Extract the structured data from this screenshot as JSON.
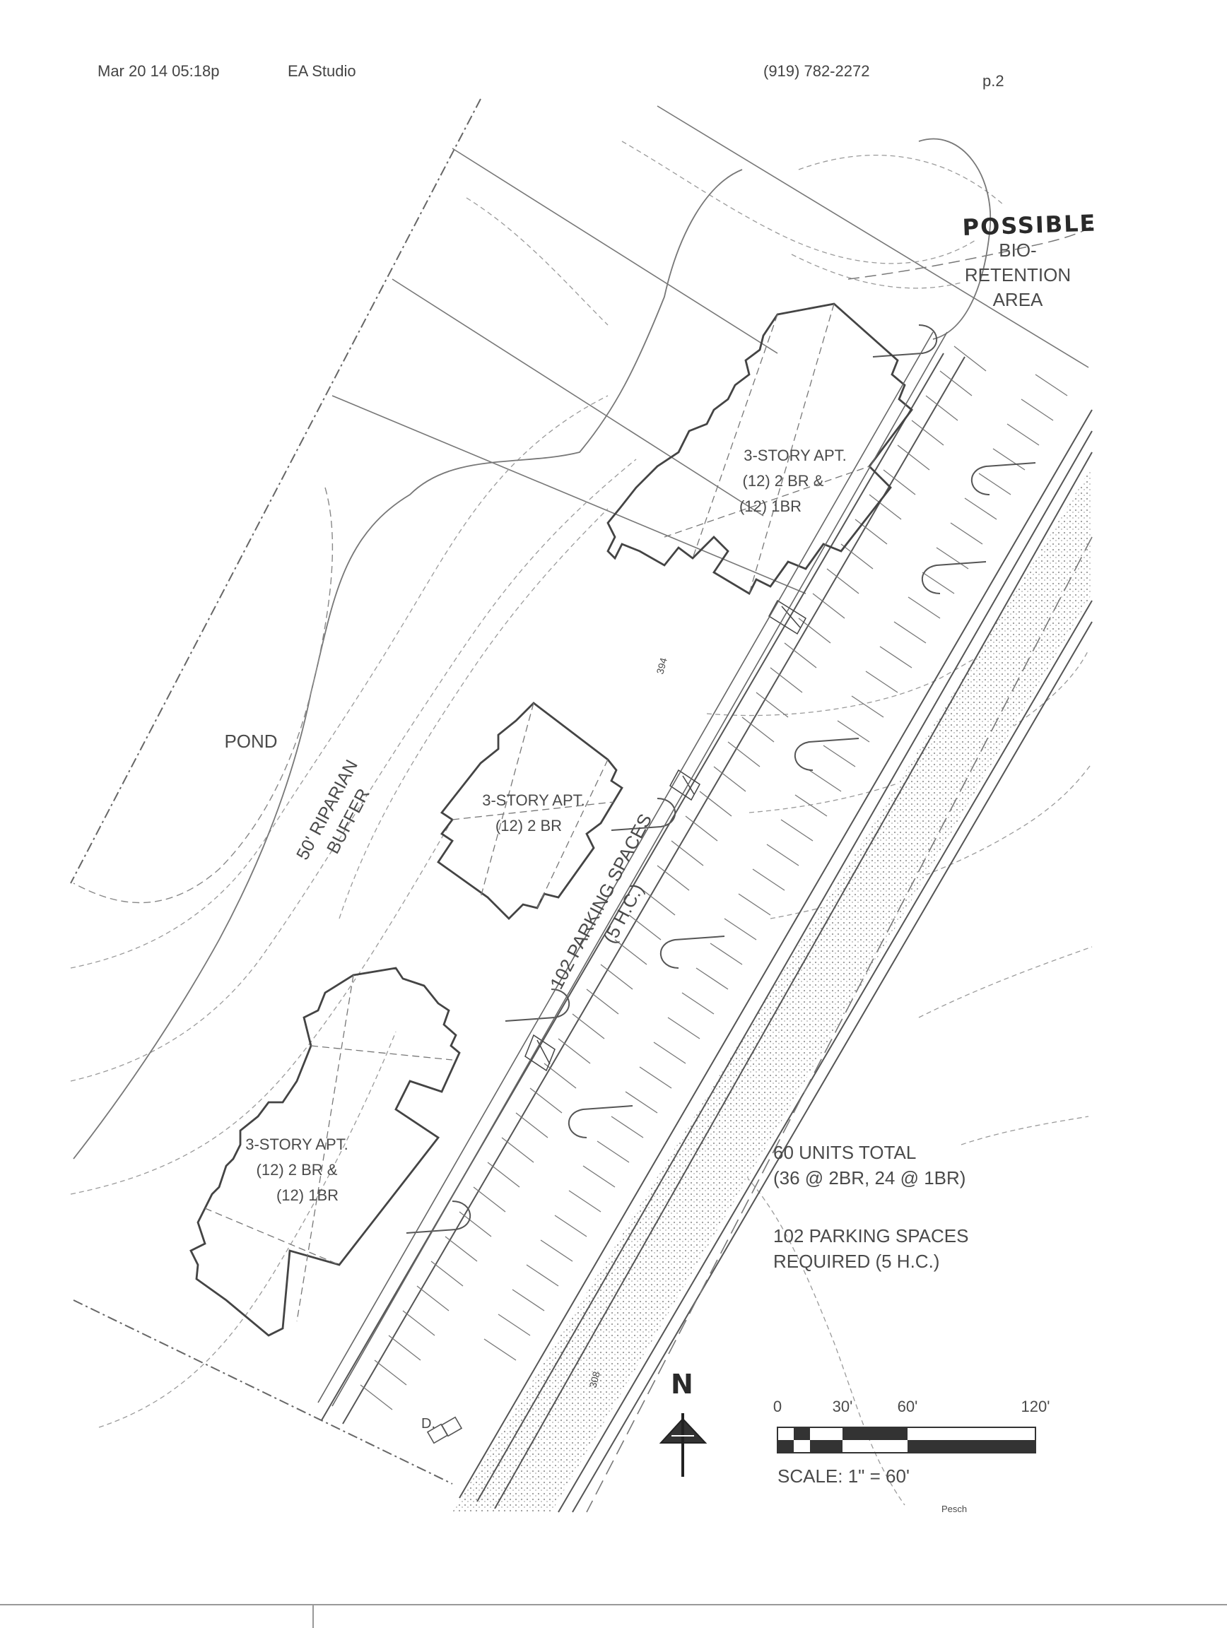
{
  "fax_header": {
    "timestamp": "Mar 20 14 05:18p",
    "sender": "EA Studio",
    "phone": "(919) 782-2272",
    "page": "p.2"
  },
  "annotations": {
    "possible": "POSSIBLE",
    "bio_line1": "BIO-",
    "bio_line2": "RETENTION",
    "bio_line3": "AREA",
    "pond": "POND",
    "buffer_line1": "50' RIPARIAN",
    "buffer_line2": "BUFFER",
    "parking_line1": "102 PARKING SPACES",
    "parking_line2": "(5 H.C.)",
    "d_label": "D.",
    "contour_394": "394",
    "contour_308": "308"
  },
  "buildings": [
    {
      "title": "3-STORY APT.",
      "line2": "(12) 2 BR &",
      "line3": "(12) 1BR"
    },
    {
      "title": "3-STORY APT.",
      "line2": "(12) 2 BR",
      "line3": ""
    },
    {
      "title": "3-STORY APT.",
      "line2": "(12) 2 BR &",
      "line3": "(12) 1BR"
    }
  ],
  "summary": {
    "units_total": "60 UNITS TOTAL",
    "units_breakdown": "(36 @ 2BR, 24 @ 1BR)",
    "parking_required_line1": "102 PARKING SPACES",
    "parking_required_line2": "REQUIRED (5 H.C.)"
  },
  "north_arrow": {
    "label": "N"
  },
  "scale_bar": {
    "ticks": [
      "0",
      "30'",
      "60'",
      "120'"
    ],
    "scale_text": "SCALE: 1\" = 60'"
  },
  "signature": "Pesch",
  "colors": {
    "line": "#555555",
    "building": "#444444",
    "fill_dark": "#333333"
  }
}
